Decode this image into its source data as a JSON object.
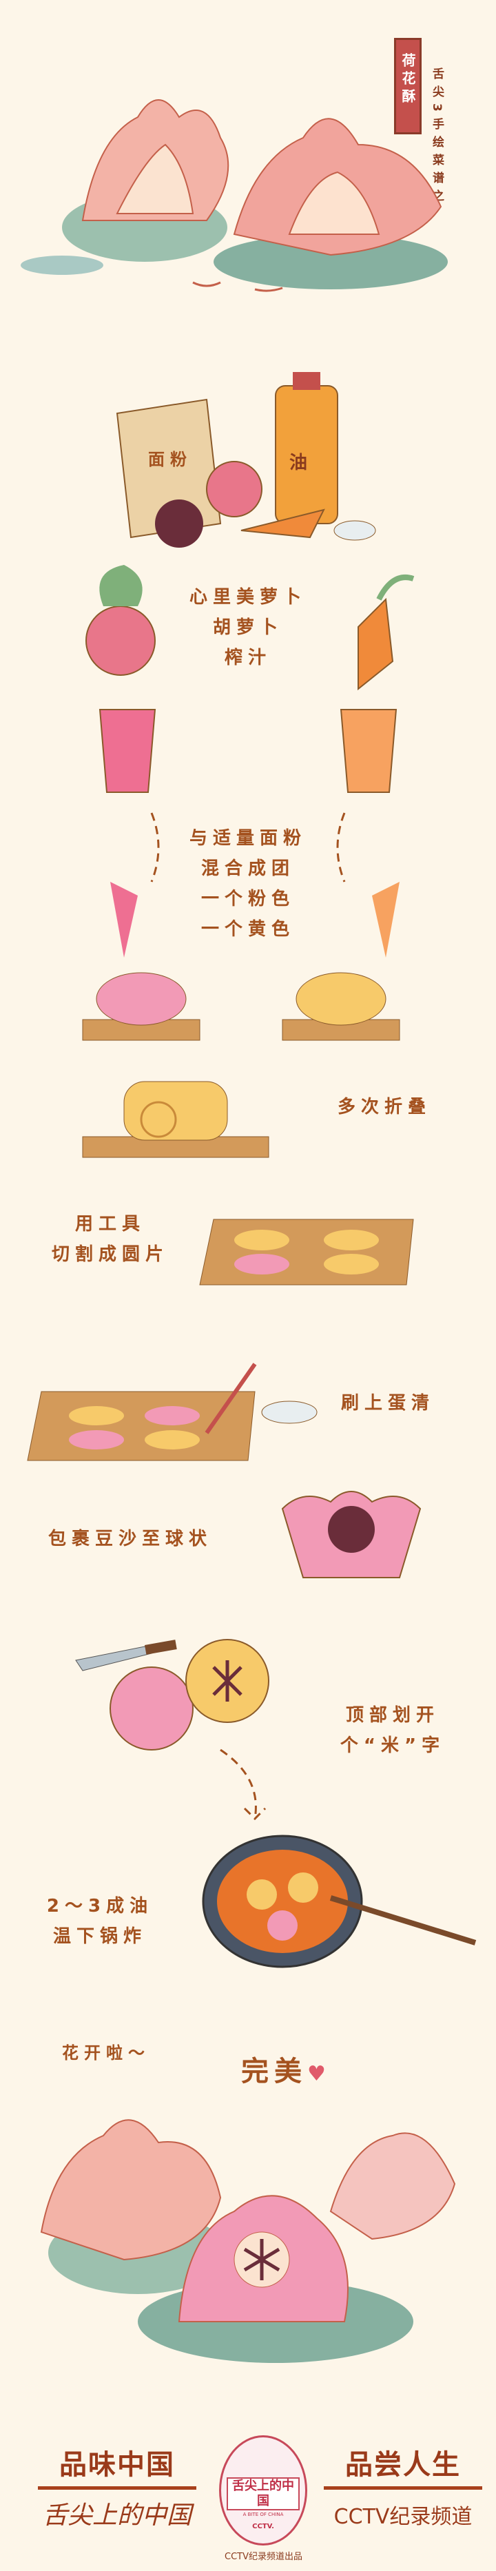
{
  "header": {
    "title": "荷花酥",
    "subtitle": "舌尖3手绘菜谱之"
  },
  "ingredients": {
    "flour_label": "面粉",
    "oil_label": "油"
  },
  "steps": {
    "juice": [
      "心里美萝卜",
      "胡萝卜",
      "榨汁"
    ],
    "mix": [
      "与适量面粉",
      "混合成团",
      "一个粉色",
      "一个黄色"
    ],
    "fold": [
      "多次折叠"
    ],
    "cut": [
      "用工具",
      "切割成圆片"
    ],
    "brush": [
      "刷上蛋清"
    ],
    "wrap": [
      "包裹豆沙至球状"
    ],
    "score": [
      "顶部划开",
      "个“米”字"
    ],
    "fry": [
      "2～3成油",
      "温下锅炸"
    ],
    "bloom": [
      "花开啦～"
    ],
    "done": [
      "完美"
    ]
  },
  "footer": {
    "left_slogan": "品味中国",
    "left_script": "舌尖上的中国",
    "seal_text": "舌尖上的中国",
    "seal_en": "A BITE OF CHINA",
    "seal_cctv": "CCTV.",
    "producer": "CCTV纪录频道出品",
    "right_slogan": "品尝人生",
    "right_channel": "CCTV纪录频道"
  },
  "colors": {
    "background": "#fdf6e9",
    "text": "#a4521f",
    "lotus": "#f2a0a0",
    "leaf": "#8fb8a8",
    "accent": "#c4504c"
  }
}
